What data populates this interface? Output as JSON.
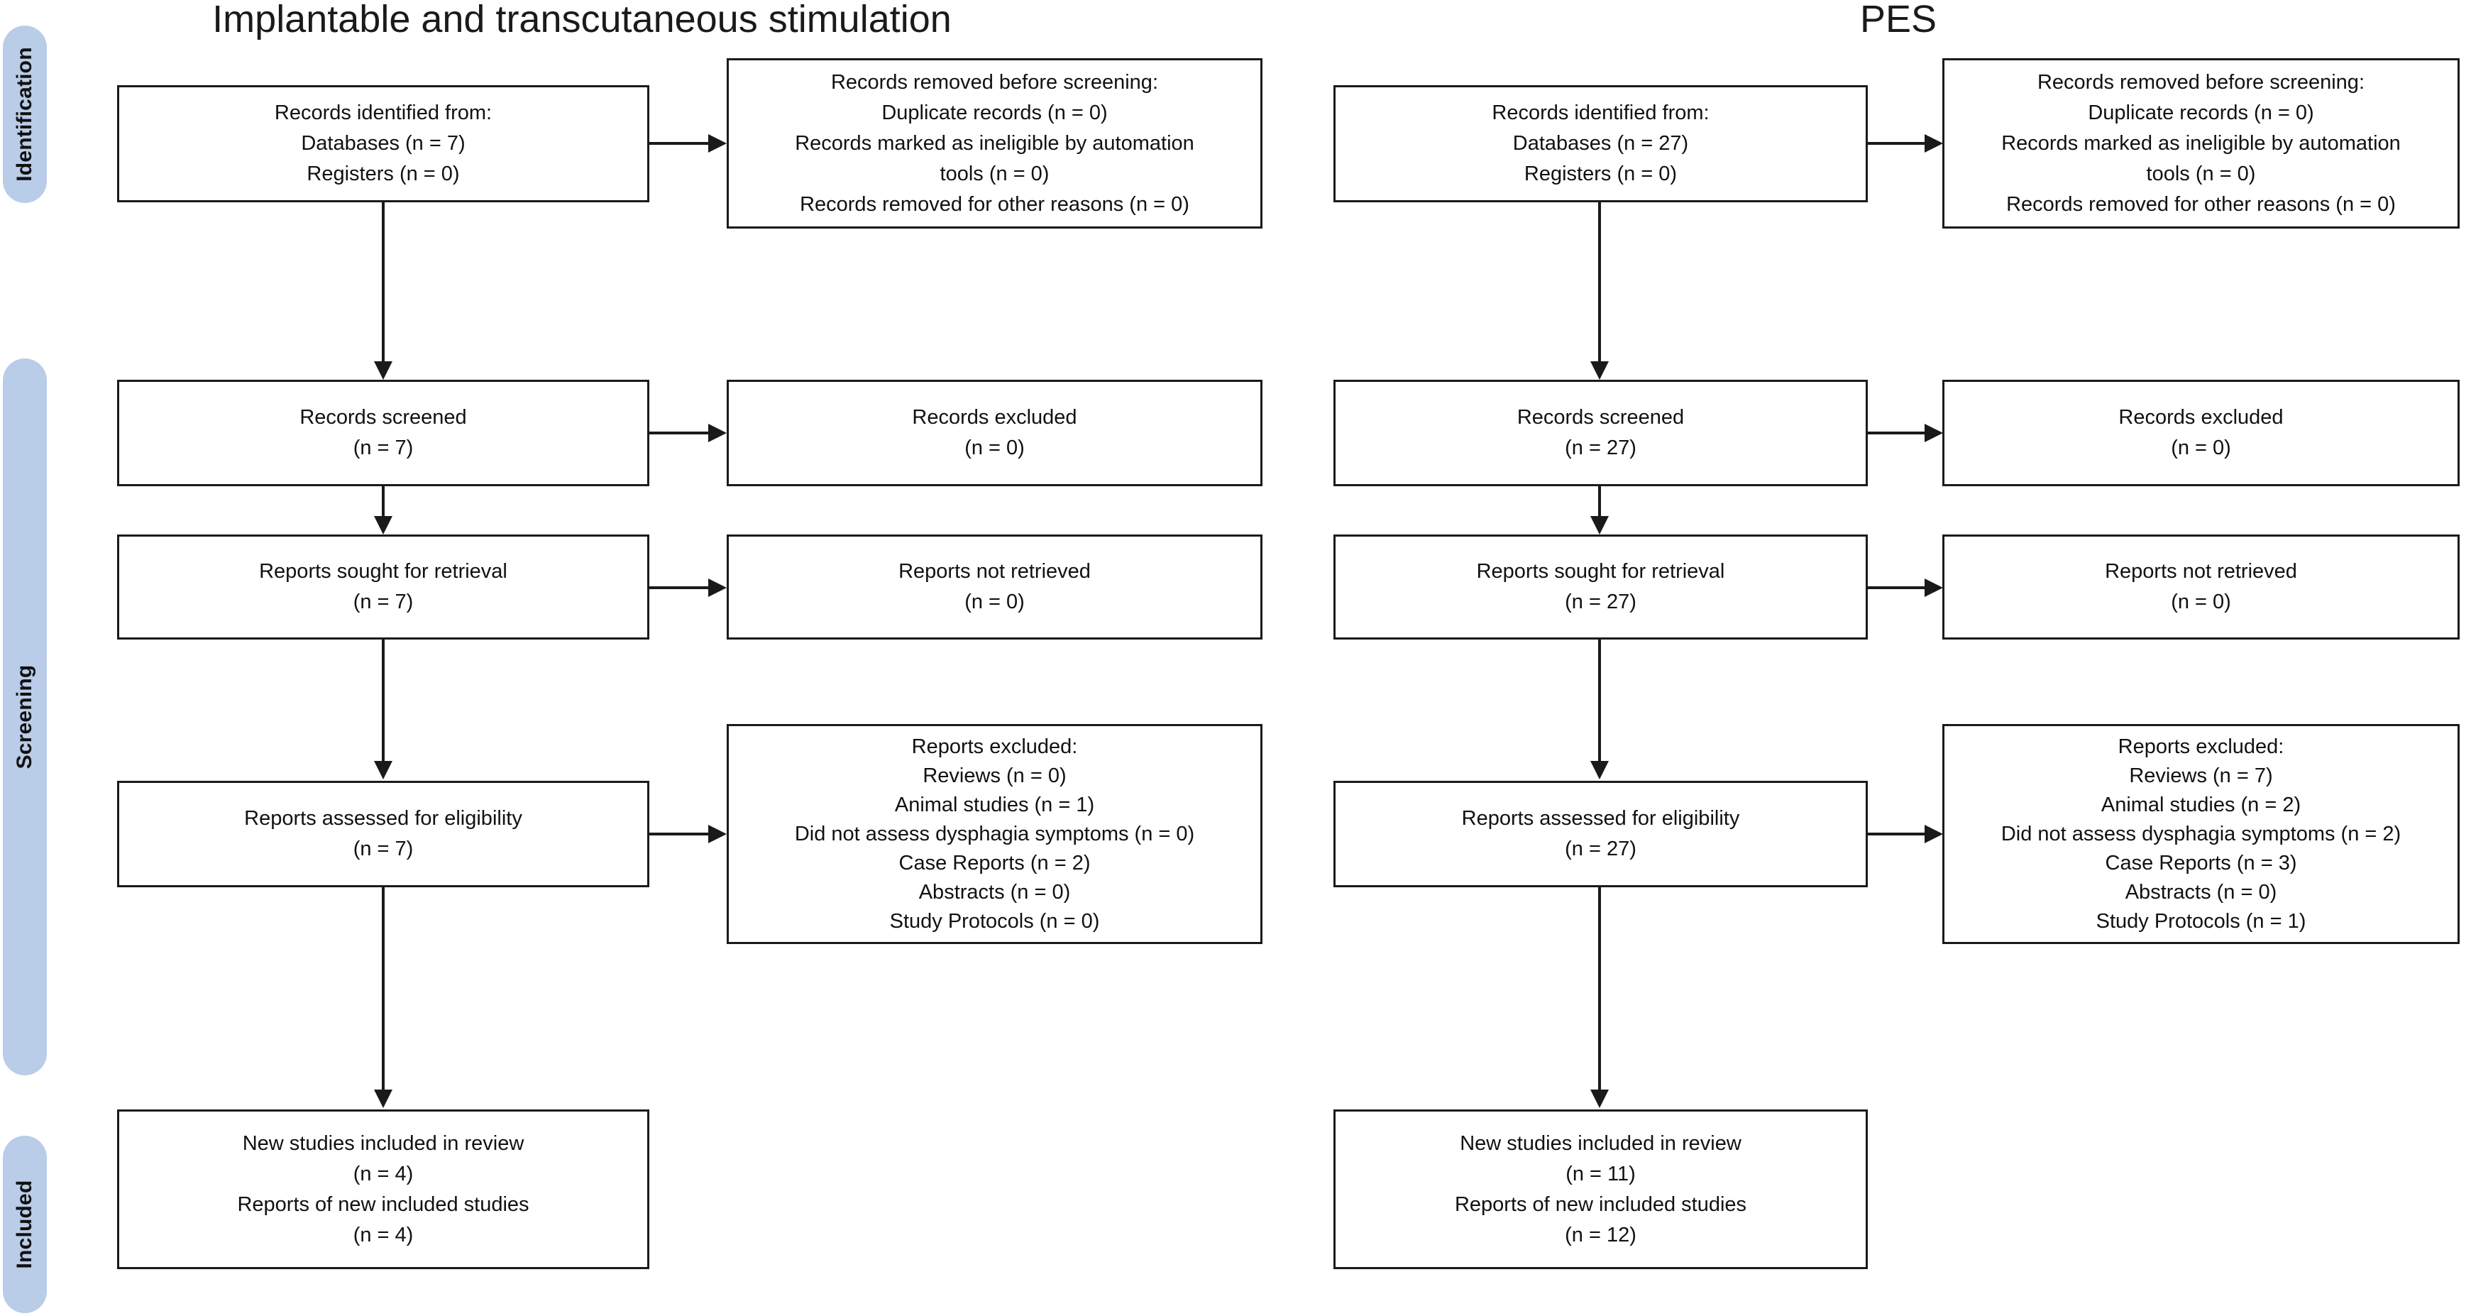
{
  "diagram": {
    "type": "prisma-flow-diagram",
    "stage_labels": [
      "Identification",
      "Screening",
      "Included"
    ],
    "accent_color": "#b9cce8",
    "line_color": "#1a1a1a"
  },
  "panels": [
    {
      "title": "Implantable and transcutaneous stimulation",
      "boxes": {
        "identified": "Records identified from:\nDatabases (n = 7)\nRegisters (n = 0)",
        "removed": "Records removed before screening:\nDuplicate records (n = 0)\nRecords marked as ineligible by automation\ntools (n = 0)\nRecords removed for other reasons (n = 0)",
        "screened": "Records screened\n(n = 7)",
        "records_excluded": "Records excluded\n(n = 0)",
        "sought": "Reports sought for retrieval\n(n = 7)",
        "not_retrieved": "Reports not retrieved\n(n = 0)",
        "assessed": "Reports assessed for eligibility\n(n = 7)",
        "reports_excluded": "Reports excluded:\nReviews (n = 0)\nAnimal studies (n = 1)\nDid not assess dysphagia symptoms (n = 0)\nCase Reports (n = 2)\nAbstracts (n = 0)\nStudy Protocols (n = 0)",
        "included": "New studies included in review\n(n = 4)\nReports of new included studies\n(n = 4)"
      },
      "counts": {
        "databases": 7,
        "registers": 0,
        "duplicate_records": 0,
        "ineligible_automation": 0,
        "removed_other": 0,
        "screened": 7,
        "records_excluded": 0,
        "sought": 7,
        "not_retrieved": 0,
        "assessed": 7,
        "excluded_reviews": 0,
        "excluded_animal_studies": 1,
        "excluded_no_dysphagia": 0,
        "excluded_case_reports": 2,
        "excluded_abstracts": 0,
        "excluded_study_protocols": 0,
        "new_studies_included": 4,
        "reports_of_new_included": 4
      }
    },
    {
      "title": "PES",
      "boxes": {
        "identified": "Records identified from:\nDatabases (n = 27)\nRegisters (n = 0)",
        "removed": "Records removed before screening:\nDuplicate records (n = 0)\nRecords marked as ineligible by automation\ntools (n = 0)\nRecords removed for other reasons (n = 0)",
        "screened": "Records screened\n(n = 27)",
        "records_excluded": "Records excluded\n(n = 0)",
        "sought": "Reports sought for retrieval\n(n = 27)",
        "not_retrieved": "Reports not retrieved\n(n = 0)",
        "assessed": "Reports assessed for eligibility\n(n = 27)",
        "reports_excluded": "Reports excluded:\nReviews (n = 7)\nAnimal studies (n = 2)\nDid not assess dysphagia symptoms (n = 2)\nCase Reports (n = 3)\nAbstracts (n = 0)\nStudy Protocols (n = 1)",
        "included": "New studies included in review\n(n = 11)\nReports of new included studies\n(n = 12)"
      },
      "counts": {
        "databases": 27,
        "registers": 0,
        "duplicate_records": 0,
        "ineligible_automation": 0,
        "removed_other": 0,
        "screened": 27,
        "records_excluded": 0,
        "sought": 27,
        "not_retrieved": 0,
        "assessed": 27,
        "excluded_reviews": 7,
        "excluded_animal_studies": 2,
        "excluded_no_dysphagia": 2,
        "excluded_case_reports": 3,
        "excluded_abstracts": 0,
        "excluded_study_protocols": 1,
        "new_studies_included": 11,
        "reports_of_new_included": 12
      }
    }
  ]
}
